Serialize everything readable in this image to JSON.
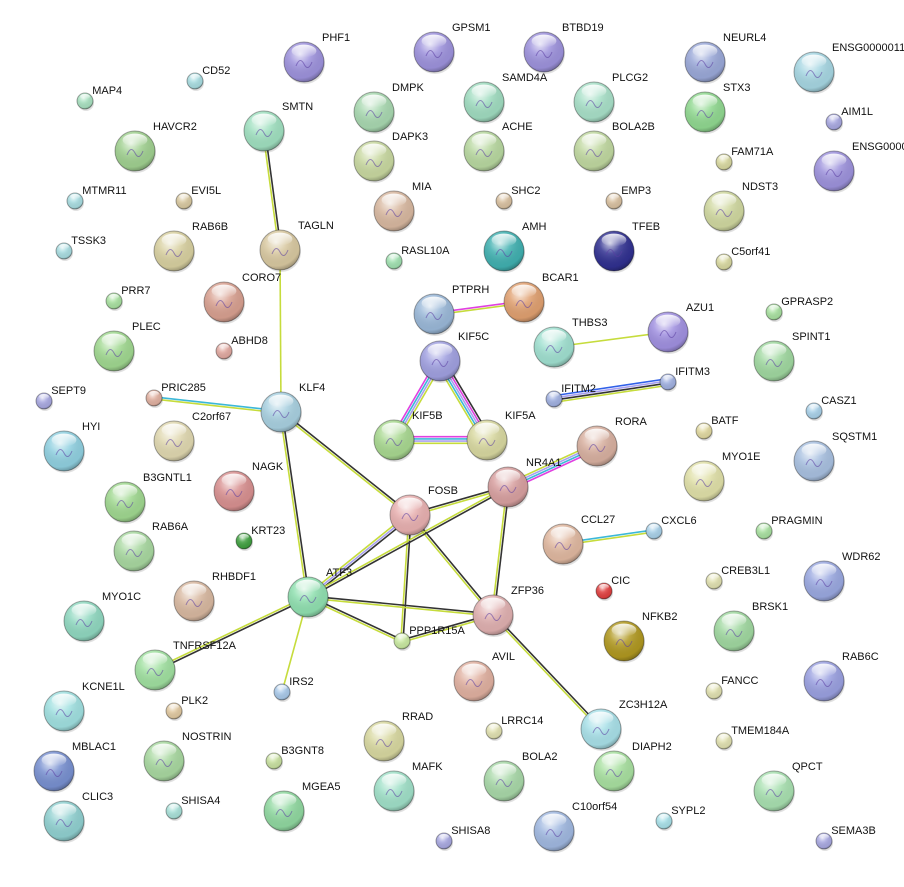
{
  "title": "Protein interaction network",
  "evidence_colors": {
    "coexpression": "#333333",
    "textmining": "#c6dc3c",
    "experiments": "#a8a0f0",
    "databases": "#3cb8d8",
    "neighborhood": "#3060e8",
    "homology": "#e040e0"
  },
  "nodes": [
    {
      "name": "PHF1",
      "color": "#9d92dc"
    },
    {
      "name": "GPSM1",
      "color": "#9d92dc"
    },
    {
      "name": "BTBD19",
      "color": "#9d92dc"
    },
    {
      "name": "NEURL4",
      "color": "#9aa8d8"
    },
    {
      "name": "ENSG0000011",
      "color": "#a6d6e2"
    },
    {
      "name": "CD52",
      "color": "#a8dce0"
    },
    {
      "name": "MAP4",
      "color": "#a8e0c0"
    },
    {
      "name": "SMTN",
      "color": "#a0e0c0"
    },
    {
      "name": "DMPK",
      "color": "#a8d8b0"
    },
    {
      "name": "SAMD4A",
      "color": "#a0dcc0"
    },
    {
      "name": "PLCG2",
      "color": "#a8e0c8"
    },
    {
      "name": "STX3",
      "color": "#90d890"
    },
    {
      "name": "AIM1L",
      "color": "#a8a8e0"
    },
    {
      "name": "HAVCR2",
      "color": "#a0d090"
    },
    {
      "name": "DAPK3",
      "color": "#c8d8a0"
    },
    {
      "name": "ACHE",
      "color": "#b8d8a0"
    },
    {
      "name": "BOLA2B",
      "color": "#c0d8a0"
    },
    {
      "name": "FAM71A",
      "color": "#d8d8a0"
    },
    {
      "name": "ENSG0000",
      "color": "#9d92dc"
    },
    {
      "name": "MTMR11",
      "color": "#a8dce0"
    },
    {
      "name": "EVI5L",
      "color": "#d8c8a0"
    },
    {
      "name": "MIA",
      "color": "#d8b8a0"
    },
    {
      "name": "SHC2",
      "color": "#d8c0a0"
    },
    {
      "name": "EMP3",
      "color": "#d8c0a0"
    },
    {
      "name": "NDST3",
      "color": "#d0d8a0"
    },
    {
      "name": "TSSK3",
      "color": "#a8dce0"
    },
    {
      "name": "RAB6B",
      "color": "#d8d0a0"
    },
    {
      "name": "TAGLN",
      "color": "#d8c8a0"
    },
    {
      "name": "RASL10A",
      "color": "#a0e0b0"
    },
    {
      "name": "AMH",
      "color": "#40b0b0"
    },
    {
      "name": "TFEB",
      "color": "#303090"
    },
    {
      "name": "C5orf41",
      "color": "#d8d8a0"
    },
    {
      "name": "CORO7",
      "color": "#d8a090"
    },
    {
      "name": "PRR7",
      "color": "#a8e0a0"
    },
    {
      "name": "PTPRH",
      "color": "#9ab8d8"
    },
    {
      "name": "BCAR1",
      "color": "#e0a070"
    },
    {
      "name": "GPRASP2",
      "color": "#a8e0a0"
    },
    {
      "name": "PLEC",
      "color": "#a0d890"
    },
    {
      "name": "ABHD8",
      "color": "#e0a8a0"
    },
    {
      "name": "THBS3",
      "color": "#a0e0d0"
    },
    {
      "name": "AZU1",
      "color": "#a090e0"
    },
    {
      "name": "SPINT1",
      "color": "#a0d8a0"
    },
    {
      "name": "KIF5C",
      "color": "#a0a0e0"
    },
    {
      "name": "IFITM2",
      "color": "#a0b0e0"
    },
    {
      "name": "IFITM3",
      "color": "#a0b0e0"
    },
    {
      "name": "SEPT9",
      "color": "#a8a8e0"
    },
    {
      "name": "PRIC285",
      "color": "#e0b0a0"
    },
    {
      "name": "KLF4",
      "color": "#a8d0e0"
    },
    {
      "name": "CASZ1",
      "color": "#a8d0e8"
    },
    {
      "name": "C2orf67",
      "color": "#e0d8b0"
    },
    {
      "name": "KIF5B",
      "color": "#a8d890"
    },
    {
      "name": "KIF5A",
      "color": "#d8d8a0"
    },
    {
      "name": "BATF",
      "color": "#e0d8a0"
    },
    {
      "name": "HYI",
      "color": "#90d0e0"
    },
    {
      "name": "RORA",
      "color": "#d8b0a0"
    },
    {
      "name": "SQSTM1",
      "color": "#a8c0e0"
    },
    {
      "name": "NAGK",
      "color": "#d89090"
    },
    {
      "name": "NR4A1",
      "color": "#d8a0a0"
    },
    {
      "name": "MYO1E",
      "color": "#e0e0a8"
    },
    {
      "name": "B3GNTL1",
      "color": "#a0d890"
    },
    {
      "name": "FOSB",
      "color": "#e8b0b0"
    },
    {
      "name": "KRT23",
      "color": "#40a040"
    },
    {
      "name": "CCL27",
      "color": "#e0b8a0"
    },
    {
      "name": "CXCL6",
      "color": "#a8d0e8"
    },
    {
      "name": "PRAGMIN",
      "color": "#a8e0a0"
    },
    {
      "name": "RAB6A",
      "color": "#a8d8a0"
    },
    {
      "name": "WDR62",
      "color": "#9aa8e0"
    },
    {
      "name": "CREB3L1",
      "color": "#e0e0b0"
    },
    {
      "name": "CIC",
      "color": "#e04040"
    },
    {
      "name": "RHBDF1",
      "color": "#d8b8a0"
    },
    {
      "name": "ATF3",
      "color": "#90e0b0"
    },
    {
      "name": "ZFP36",
      "color": "#e0b0b0"
    },
    {
      "name": "MYO1C",
      "color": "#90d8c0"
    },
    {
      "name": "PPP1R15A",
      "color": "#c8e8a0"
    },
    {
      "name": "NFKB2",
      "color": "#b09820"
    },
    {
      "name": "BRSK1",
      "color": "#a0d8a0"
    },
    {
      "name": "TNFRSF12A",
      "color": "#a0e0a0"
    },
    {
      "name": "AVIL",
      "color": "#e0b0a0"
    },
    {
      "name": "RAB6C",
      "color": "#9aa0e0"
    },
    {
      "name": "FANCC",
      "color": "#e0e0b0"
    },
    {
      "name": "IRS2",
      "color": "#a8c8e8"
    },
    {
      "name": "KCNE1L",
      "color": "#a0e0e0"
    },
    {
      "name": "PLK2",
      "color": "#e0c8a0"
    },
    {
      "name": "LRRC14",
      "color": "#e0e0b0"
    },
    {
      "name": "ZC3H12A",
      "color": "#a8e0e8"
    },
    {
      "name": "TMEM184A",
      "color": "#e0e0b0"
    },
    {
      "name": "RRAD",
      "color": "#d8d8a0"
    },
    {
      "name": "MBLAC1",
      "color": "#7890d0"
    },
    {
      "name": "NOSTRIN",
      "color": "#a8d8a0"
    },
    {
      "name": "B3GNT8",
      "color": "#c8e0a0"
    },
    {
      "name": "DIAPH2",
      "color": "#a8e0a0"
    },
    {
      "name": "MAFK",
      "color": "#a0e0c8"
    },
    {
      "name": "BOLA2",
      "color": "#a8d8a8"
    },
    {
      "name": "QPCT",
      "color": "#a8e0b0"
    },
    {
      "name": "MGEA5",
      "color": "#90d8a0"
    },
    {
      "name": "CLIC3",
      "color": "#90d0d0"
    },
    {
      "name": "SHISA4",
      "color": "#a8e0d8"
    },
    {
      "name": "SYPL2",
      "color": "#a8e0e8"
    },
    {
      "name": "C10orf54",
      "color": "#a0b8e0"
    },
    {
      "name": "SHISA8",
      "color": "#a8a8e0"
    },
    {
      "name": "SEMA3B",
      "color": "#a8a8e0"
    }
  ],
  "edges": [
    {
      "a": "SMTN",
      "b": "TAGLN",
      "evidence": [
        "coexpression",
        "textmining"
      ]
    },
    {
      "a": "TAGLN",
      "b": "KLF4",
      "evidence": [
        "textmining"
      ]
    },
    {
      "a": "PRIC285",
      "b": "KLF4",
      "evidence": [
        "databases",
        "textmining"
      ]
    },
    {
      "a": "PTPRH",
      "b": "BCAR1",
      "evidence": [
        "homology",
        "textmining"
      ]
    },
    {
      "a": "THBS3",
      "b": "AZU1",
      "evidence": [
        "textmining"
      ]
    },
    {
      "a": "IFITM2",
      "b": "IFITM3",
      "evidence": [
        "neighborhood",
        "experiments",
        "coexpression",
        "textmining"
      ]
    },
    {
      "a": "KIF5C",
      "b": "KIF5B",
      "evidence": [
        "textmining",
        "experiments",
        "databases",
        "homology"
      ]
    },
    {
      "a": "KIF5C",
      "b": "KIF5A",
      "evidence": [
        "coexpression",
        "homology",
        "experiments",
        "databases",
        "textmining"
      ]
    },
    {
      "a": "KIF5B",
      "b": "KIF5A",
      "evidence": [
        "homology",
        "databases",
        "experiments",
        "textmining"
      ]
    },
    {
      "a": "NR4A1",
      "b": "RORA",
      "evidence": [
        "textmining",
        "experiments",
        "databases",
        "homology"
      ]
    },
    {
      "a": "CCL27",
      "b": "CXCL6",
      "evidence": [
        "databases",
        "textmining"
      ]
    },
    {
      "a": "KLF4",
      "b": "FOSB",
      "evidence": [
        "coexpression",
        "textmining"
      ]
    },
    {
      "a": "KLF4",
      "b": "ATF3",
      "evidence": [
        "coexpression",
        "textmining"
      ]
    },
    {
      "a": "FOSB",
      "b": "NR4A1",
      "evidence": [
        "coexpression",
        "textmining"
      ]
    },
    {
      "a": "FOSB",
      "b": "ATF3",
      "evidence": [
        "coexpression",
        "experiments",
        "textmining"
      ]
    },
    {
      "a": "FOSB",
      "b": "PPP1R15A",
      "evidence": [
        "coexpression",
        "textmining"
      ]
    },
    {
      "a": "FOSB",
      "b": "ZFP36",
      "evidence": [
        "coexpression",
        "textmining"
      ]
    },
    {
      "a": "NR4A1",
      "b": "ATF3",
      "evidence": [
        "coexpression",
        "textmining"
      ]
    },
    {
      "a": "NR4A1",
      "b": "ZFP36",
      "evidence": [
        "coexpression",
        "textmining"
      ]
    },
    {
      "a": "ATF3",
      "b": "ZFP36",
      "evidence": [
        "coexpression",
        "textmining"
      ]
    },
    {
      "a": "ATF3",
      "b": "PPP1R15A",
      "evidence": [
        "coexpression",
        "textmining"
      ]
    },
    {
      "a": "PPP1R15A",
      "b": "ZFP36",
      "evidence": [
        "coexpression",
        "textmining"
      ]
    },
    {
      "a": "ATF3",
      "b": "TNFRSF12A",
      "evidence": [
        "coexpression",
        "textmining"
      ]
    },
    {
      "a": "ATF3",
      "b": "IRS2",
      "evidence": [
        "textmining"
      ]
    },
    {
      "a": "ZFP36",
      "b": "ZC3H12A",
      "evidence": [
        "coexpression",
        "textmining"
      ]
    }
  ]
}
